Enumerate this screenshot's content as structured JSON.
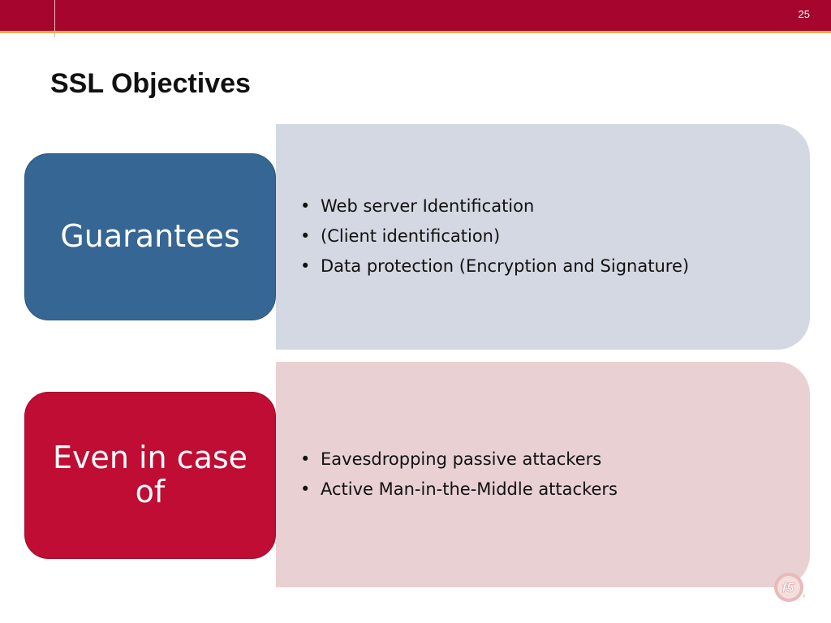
{
  "header": {
    "page_number": "25"
  },
  "slide": {
    "title": "SSL Objectives"
  },
  "blocks": [
    {
      "heading": "Guarantees",
      "items": [
        "Web server Identification",
        "(Client identification)",
        "Data protection (Encryption and Signature)"
      ]
    },
    {
      "heading": "Even in case of",
      "items": [
        "Eavesdropping passive attackers",
        "Active Man-in-the-Middle attackers"
      ]
    }
  ],
  "logo": {
    "text": "f5",
    "icon": "f5-logo-icon"
  },
  "colors": {
    "header_bar": "#a6062e",
    "header_accent": "#e6b24b",
    "blue_tile": "#366694",
    "blue_panel": "#d3d8e2",
    "red_tile": "#bf0d34",
    "red_panel": "#e8d0d3"
  }
}
